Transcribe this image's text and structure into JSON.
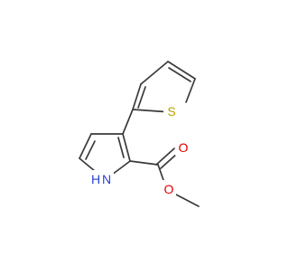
{
  "molecule": {
    "atoms": [
      {
        "symbol": "S",
        "color": "#b8a000"
      },
      {
        "symbol": "O",
        "color": "#e00000"
      },
      {
        "symbol": "O",
        "color": "#e00000"
      },
      {
        "symbol": "H",
        "color": "#2a3fd6"
      },
      {
        "symbol": "N",
        "color": "#2a3fd6"
      }
    ],
    "bond_color": "#3a3a3a"
  }
}
